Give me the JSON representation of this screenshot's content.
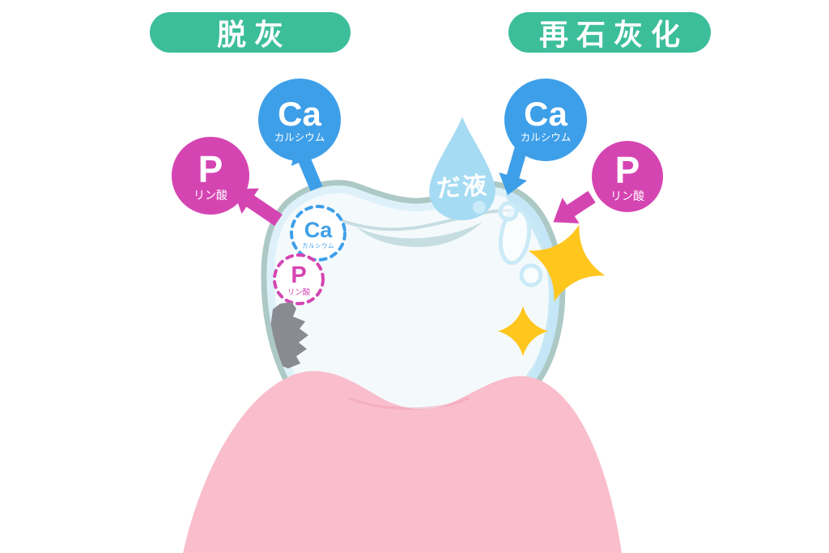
{
  "badges": {
    "demineralization": "脱灰",
    "remineralization": "再石灰化"
  },
  "minerals": {
    "calcium": {
      "symbol": "Ca",
      "name": "カルシウム"
    },
    "phosphate": {
      "symbol": "P",
      "name": "リン酸"
    }
  },
  "saliva_label": "だ液",
  "colors": {
    "badge_green": "#3CBE9B",
    "calcium_blue": "#3E9FE9",
    "phosphate_magenta": "#D545B2",
    "saliva_blue": "#A5DBF3",
    "tooth_outline": "#ADC9C5",
    "tooth_fill": "#F4FAFC",
    "sparkle_yellow": "#FFC61E",
    "cavity_gray": "#8A8A92",
    "gum_pink": "#F9BDCB"
  }
}
